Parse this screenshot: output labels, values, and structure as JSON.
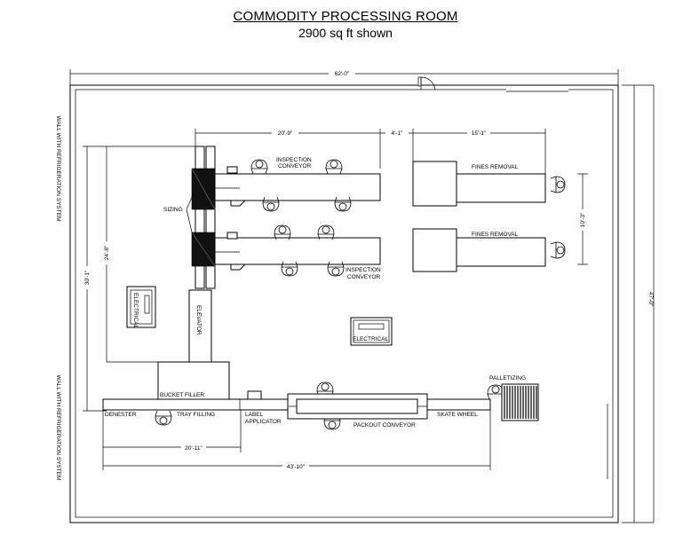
{
  "title": "COMMODITY PROCESSING ROOM",
  "subtitle": "2900 sq ft shown",
  "walls": {
    "left_top": "WALL WITH REFRIGERATION SYSTEM",
    "left_bottom": "WALL WITH REFRIGERATION SYSTEM"
  },
  "dimensions": {
    "overall_width": "62'-0\"",
    "overall_height": "47'-0\"",
    "inspection_length": "20'-9\"",
    "gap": "4'-1\"",
    "fines_length": "15'-1\"",
    "fines_spacing": "10'-3\"",
    "line_height_inner": "24'-8\"",
    "line_height_outer": "30'-1\"",
    "lower_left": "20'-11\"",
    "lower_total": "43'-10\""
  },
  "labels": {
    "inspection_conveyor_top": [
      "INSPECTION",
      "CONVEYOR"
    ],
    "inspection_conveyor_bottom": [
      "INSPECTION",
      "CONVEYOR"
    ],
    "fines_removal_top": "FINES REMOVAL",
    "fines_removal_bottom": "FINES REMOVAL",
    "sizing": "SIZING",
    "electrical_left": "ELECTRICAL",
    "electrical_center": "ELECTRICAL",
    "elevator": "ELEVATOR",
    "bucket_filler": "BUCKET FILLER",
    "denester": "DENESTER",
    "tray_filling": "TRAY FILLING",
    "label_applicator": [
      "LABEL",
      "APPLICATOR"
    ],
    "packout_conveyor": "PACKOUT CONVEYOR",
    "skate_wheel": "SKATE WHEEL",
    "palletizing": "PALLETIZING"
  }
}
